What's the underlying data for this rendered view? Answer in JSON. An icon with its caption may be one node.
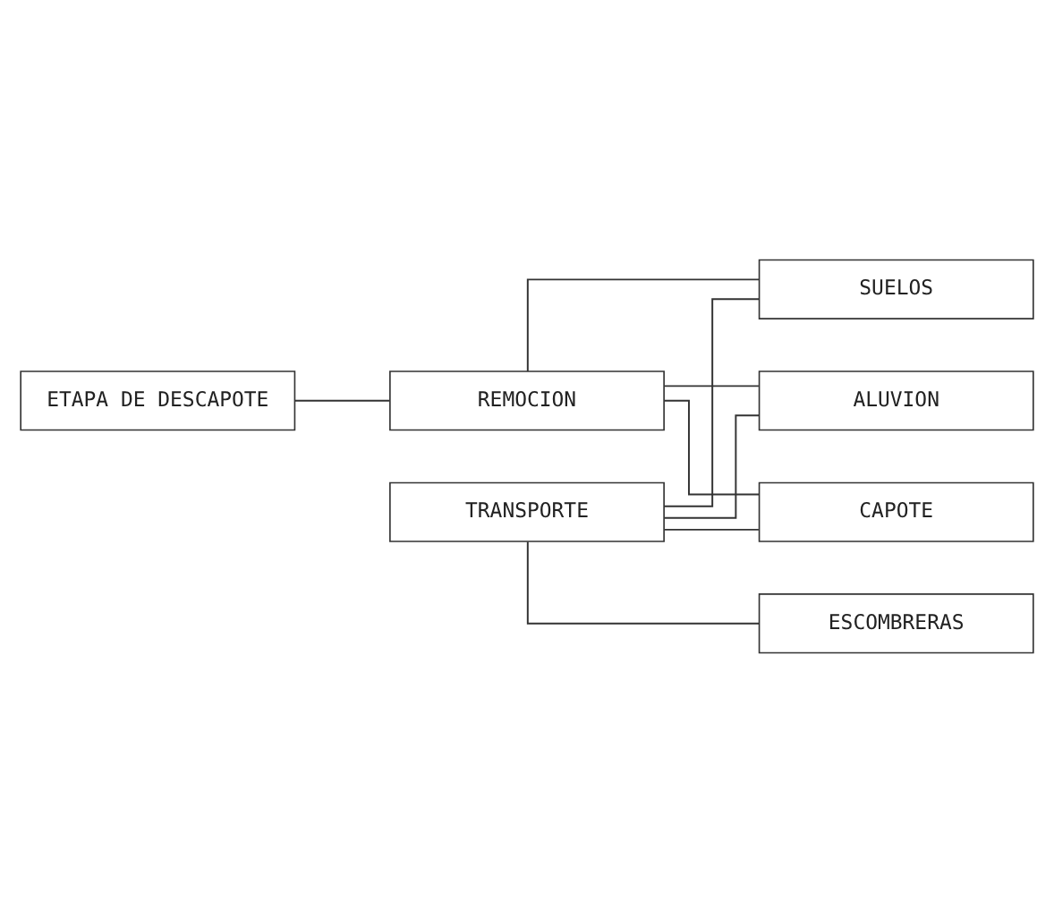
{
  "diagram": {
    "nodes": [
      {
        "text": [
          "ETAPA DE DESCAPOTE"
        ]
      },
      {
        "text": [
          "REMOCION"
        ]
      },
      {
        "text": [
          "SUELOS"
        ]
      },
      {
        "text": [
          "ALUVION"
        ]
      },
      {
        "text": [
          "CAPOTE"
        ]
      },
      {
        "text": [
          "TRANSPORTE"
        ]
      },
      {
        "text": [
          "ESCOMBRERAS"
        ]
      }
    ],
    "edges": [
      {
        "from": 0,
        "to": 1,
        "arrow": "none"
      },
      {
        "from": 1,
        "to": 2,
        "arrow": "none"
      },
      {
        "from": 1,
        "to": 3,
        "arrow": "none"
      },
      {
        "from": 1,
        "to": 4,
        "arrow": "none"
      },
      {
        "from": 5,
        "to": 2,
        "arrow": "none"
      },
      {
        "from": 5,
        "to": 3,
        "arrow": "none"
      },
      {
        "from": 5,
        "to": 4,
        "arrow": "none"
      },
      {
        "from": 5,
        "to": 6,
        "arrow": "none"
      }
    ]
  }
}
